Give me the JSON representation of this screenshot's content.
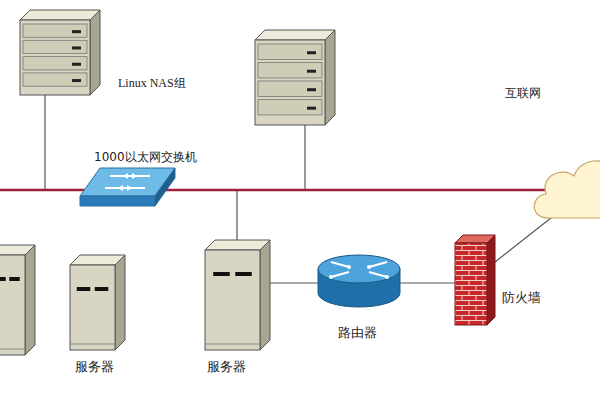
{
  "diagram": {
    "nodes": [
      {
        "text": [
          "Linux NAS组"
        ]
      },
      {
        "text": [
          "1000以太网交换机"
        ]
      },
      {
        "text": [
          "服务器"
        ]
      },
      {
        "text": [
          "服务器"
        ]
      },
      {
        "text": [
          "路由器"
        ]
      },
      {
        "text": [
          "防火墙"
        ]
      }
    ],
    "edges": [
      {
        "from": 0,
        "to": 1,
        "arrow": "none"
      },
      {
        "from": 3,
        "to": 1,
        "arrow": "none"
      },
      {
        "from": 3,
        "to": 4,
        "arrow": "none"
      },
      {
        "from": 4,
        "to": 5,
        "arrow": "none"
      }
    ],
    "labels": [
      "互联网"
    ]
  }
}
